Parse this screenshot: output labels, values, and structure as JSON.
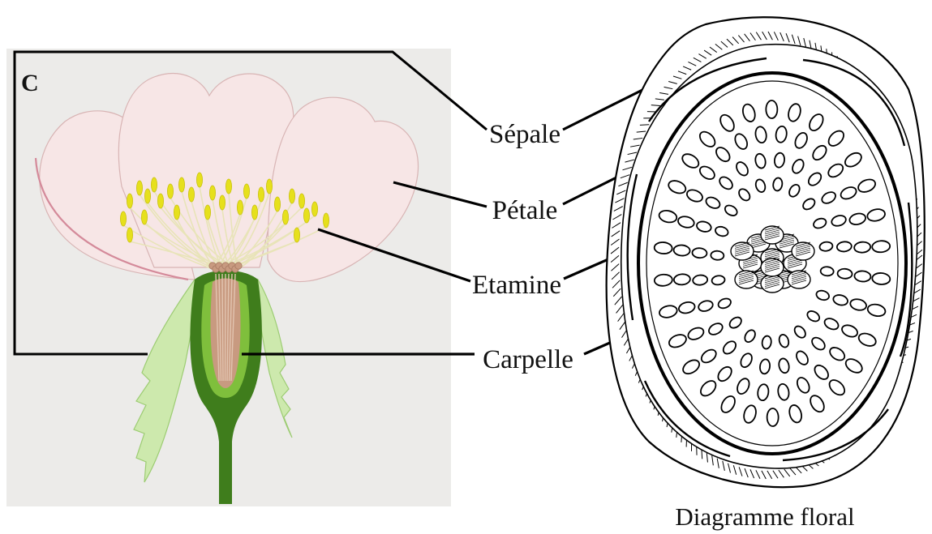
{
  "panel_letter": "C",
  "labels": {
    "sepale": "Sépale",
    "petale": "Pétale",
    "etamine": "Etamine",
    "carpelle": "Carpelle"
  },
  "diagram_caption": "Diagramme floral",
  "colors": {
    "panel_bg": "#ecebe9",
    "petal": "#f7e6e6",
    "petal_edge": "#d8b4b4",
    "petal_rim": "#d48a9a",
    "anther": "#e6e01c",
    "filament": "#e8e4b8",
    "dark_green": "#3f7d1c",
    "light_green": "#7fbf3c",
    "sepal_green": "#cde9ad",
    "ovule": "#c89a80",
    "leader": "#000000"
  }
}
